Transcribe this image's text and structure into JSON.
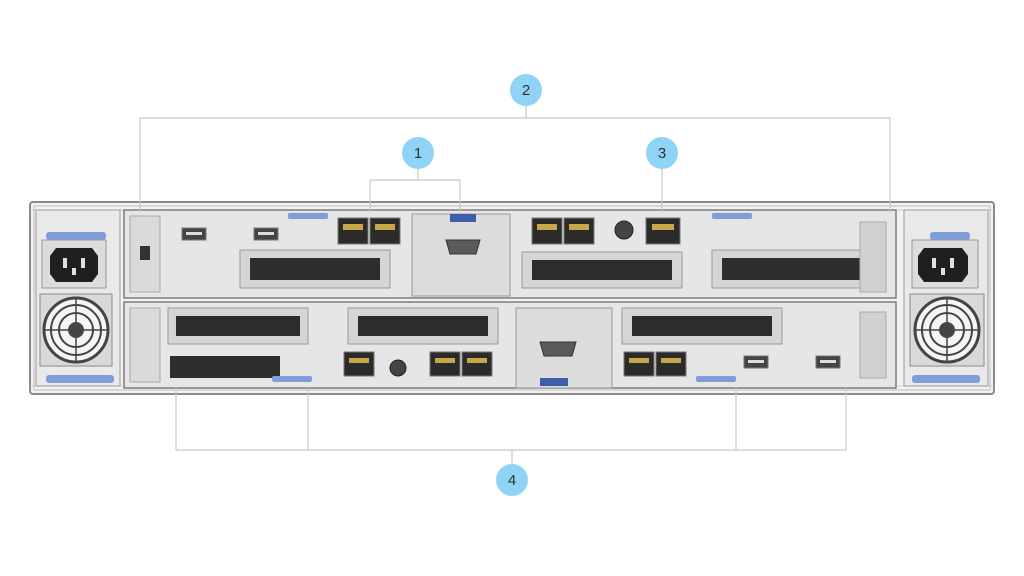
{
  "callouts": [
    {
      "number": "1"
    },
    {
      "number": "2"
    },
    {
      "number": "3"
    },
    {
      "number": "4"
    }
  ],
  "colors": {
    "callout_fill": "#8fd3f7",
    "chassis_frame": "#9c9c9c",
    "panel_light": "#e8e8e8",
    "pull_tab_blue": "#7f9fd9",
    "port_dark": "#2b2b2b",
    "rj45_gold": "#c8a64a",
    "leader_line": "#c8c8c8"
  },
  "icons": [
    "power-inlet-icon",
    "fan-grille-icon",
    "rj45-port-icon",
    "vga-port-icon",
    "usb-port-icon",
    "pcie-slot-icon"
  ]
}
